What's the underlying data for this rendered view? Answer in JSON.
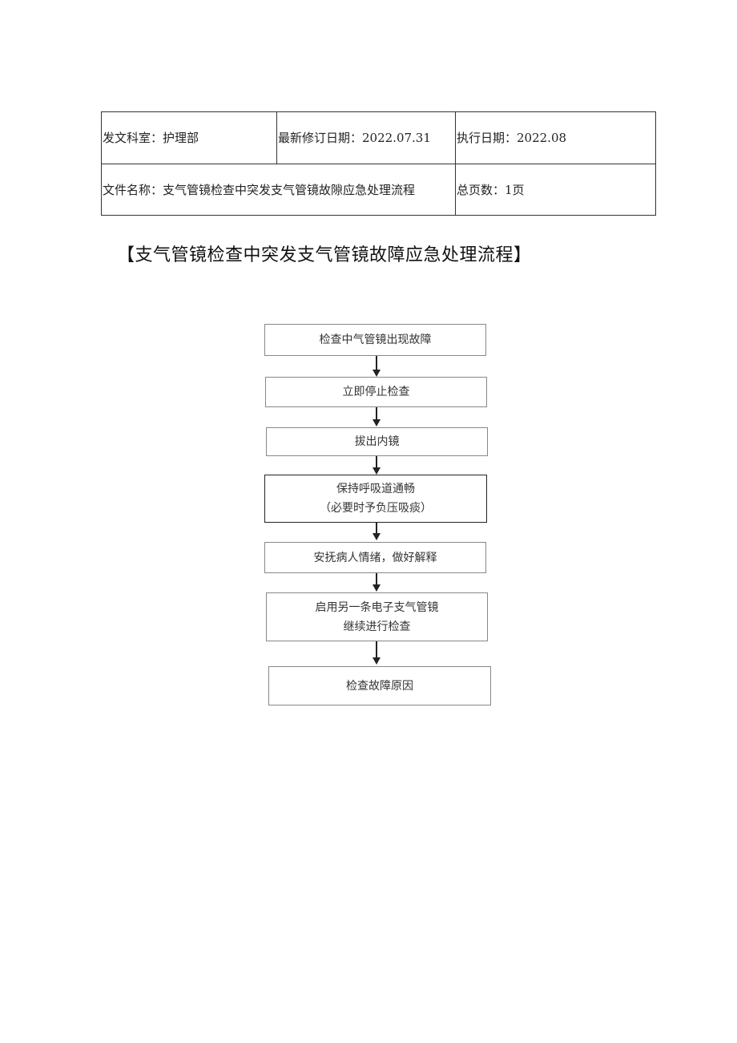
{
  "header": {
    "department_label": "发文科室：护理部",
    "revision_date_label": "最新修订日期：2022.07.31",
    "effective_date_label": "执行日期：2022.08",
    "file_name_label": "文件名称：支气管镜检查中突发支气管镜故隙应急处理流程",
    "total_pages_label": "总页数：1页"
  },
  "title": "【支气管镜检查中突发支气管镜故障应急处理流程】",
  "flowchart": {
    "steps": [
      {
        "lines": [
          "检查中气管镜出现故障"
        ]
      },
      {
        "lines": [
          "立即停止检查"
        ]
      },
      {
        "lines": [
          "拔出内镜"
        ]
      },
      {
        "lines": [
          "保持呼吸道通畅",
          "（必要时予负压吸痰）"
        ]
      },
      {
        "lines": [
          "安抚病人情绪，做好解释"
        ]
      },
      {
        "lines": [
          "启用另一条电子支气管镜",
          "继续进行检查"
        ]
      },
      {
        "lines": [
          "检查故障原因"
        ]
      }
    ]
  }
}
